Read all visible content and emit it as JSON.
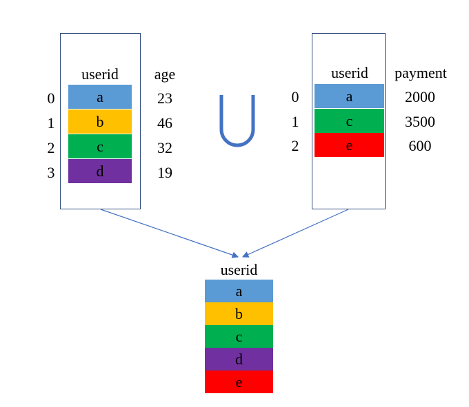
{
  "colors": {
    "a": "#5B9BD5",
    "b": "#FFC000",
    "c": "#00B050",
    "d": "#7030A0",
    "e": "#FF0000",
    "frame_border": "#2F4B7C",
    "union_symbol": "#4472C4",
    "arrow": "#4472C4"
  },
  "left_table": {
    "header_userid": "userid",
    "header_age": "age",
    "rows": [
      {
        "index": "0",
        "userid": "a",
        "age": "23",
        "color_key": "a"
      },
      {
        "index": "1",
        "userid": "b",
        "age": "46",
        "color_key": "b"
      },
      {
        "index": "2",
        "userid": "c",
        "age": "32",
        "color_key": "c"
      },
      {
        "index": "3",
        "userid": "d",
        "age": "19",
        "color_key": "d"
      }
    ]
  },
  "right_table": {
    "header_userid": "userid",
    "header_payment": "payment",
    "rows": [
      {
        "index": "0",
        "userid": "a",
        "payment": "2000",
        "color_key": "a"
      },
      {
        "index": "1",
        "userid": "c",
        "payment": "3500",
        "color_key": "c"
      },
      {
        "index": "2",
        "userid": "e",
        "payment": "600",
        "color_key": "e"
      }
    ]
  },
  "union_symbol_icon": "union-icon",
  "result_table": {
    "header_userid": "userid",
    "rows": [
      {
        "userid": "a",
        "color_key": "a"
      },
      {
        "userid": "b",
        "color_key": "b"
      },
      {
        "userid": "c",
        "color_key": "c"
      },
      {
        "userid": "d",
        "color_key": "d"
      },
      {
        "userid": "e",
        "color_key": "e"
      }
    ]
  }
}
